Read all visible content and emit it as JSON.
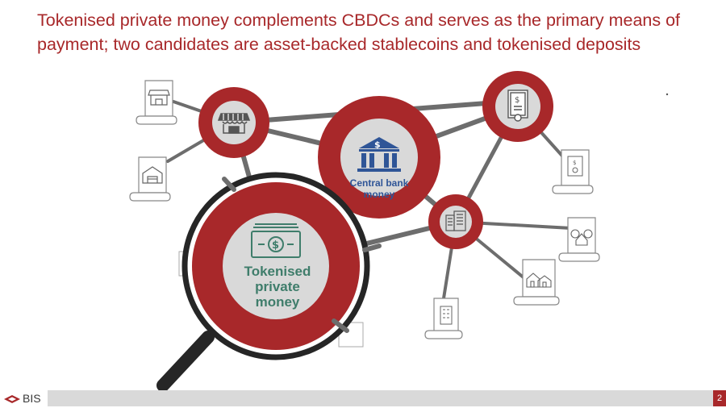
{
  "slide": {
    "title_line1": "Tokenised private money complements CBDCs and serves as the primary means of",
    "title_line2": "payment; two candidates are asset-backed stablecoins and tokenised deposits"
  },
  "nodes": {
    "central_bank": {
      "line1": "Central bank",
      "line2": "money"
    },
    "tokenised": {
      "line1": "Tokenised",
      "line2": "private",
      "line3": "money"
    }
  },
  "footer": {
    "logo_text": "BIS",
    "page_number": "2"
  },
  "colors": {
    "accent": "#a8282a",
    "blue": "#2f5597",
    "green": "#3f7d6b",
    "connector": "#6d6d6d"
  },
  "icons": [
    "storefront-icon",
    "certificate-icon",
    "bank-icon",
    "office-building-icon",
    "dollar-bill-icon",
    "warehouse-icon",
    "houses-icon",
    "apartment-icon",
    "magnifying-glass-icon"
  ]
}
